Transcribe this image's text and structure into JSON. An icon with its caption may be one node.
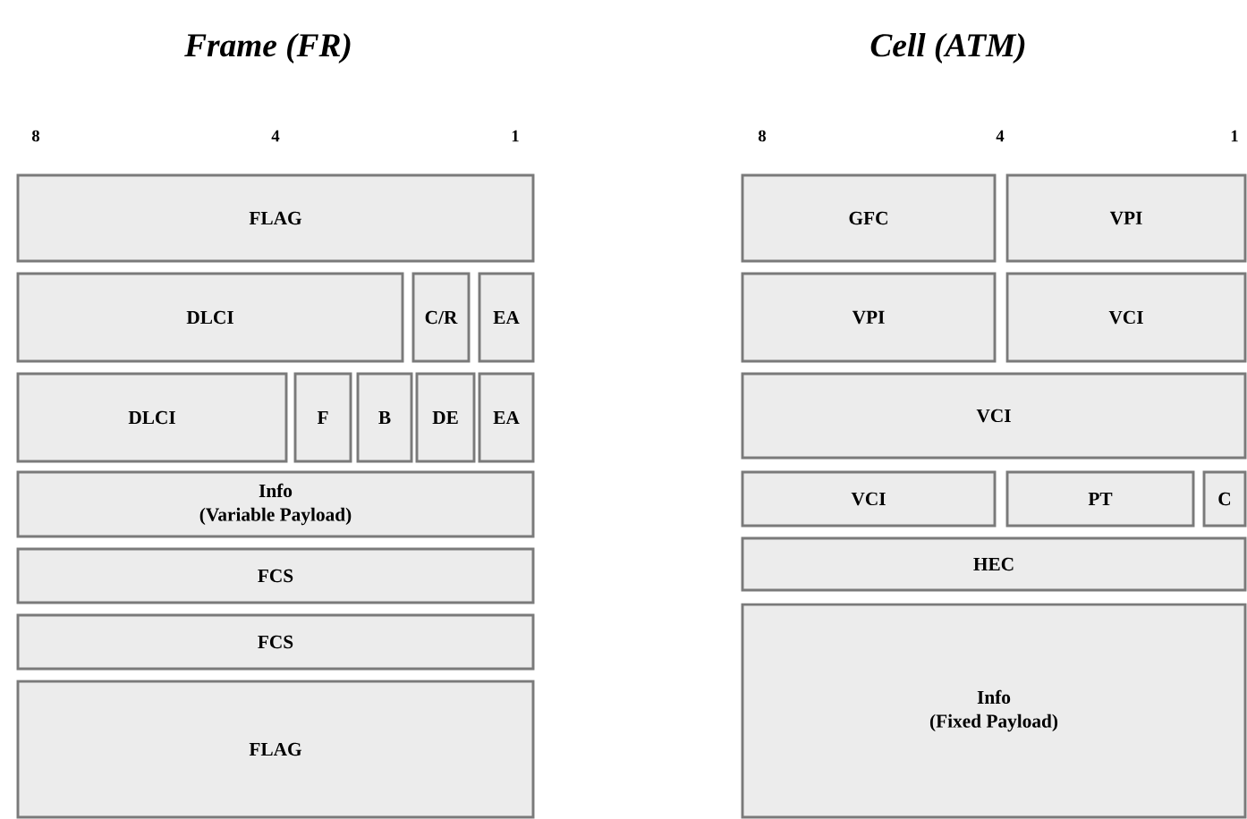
{
  "diagram": {
    "nodes": [
      {
        "text": [
          "FLAG"
        ]
      },
      {
        "text": [
          "DLCI"
        ]
      },
      {
        "text": [
          "C/R"
        ]
      },
      {
        "text": [
          "EA"
        ]
      },
      {
        "text": [
          "DLCI"
        ]
      },
      {
        "text": [
          "F"
        ]
      },
      {
        "text": [
          "B"
        ]
      },
      {
        "text": [
          "DE"
        ]
      },
      {
        "text": [
          "EA"
        ]
      },
      {
        "text": [
          "Info",
          "(Variable Payload)"
        ]
      },
      {
        "text": [
          "FCS"
        ]
      },
      {
        "text": [
          "FCS"
        ]
      },
      {
        "text": [
          "FLAG"
        ]
      },
      {
        "text": [
          "GFC"
        ]
      },
      {
        "text": [
          "VPI"
        ]
      },
      {
        "text": [
          "VPI"
        ]
      },
      {
        "text": [
          "VCI"
        ]
      },
      {
        "text": [
          "VCI"
        ]
      },
      {
        "text": [
          "VCI"
        ]
      },
      {
        "text": [
          "PT"
        ]
      },
      {
        "text": [
          "C"
        ]
      },
      {
        "text": [
          "HEC"
        ]
      },
      {
        "text": [
          "Info",
          "(Fixed Payload)"
        ]
      }
    ],
    "labels": [
      "Frame (FR)",
      "Cell (ATM)",
      "8",
      "4",
      "1",
      "8",
      "4",
      "1"
    ]
  }
}
